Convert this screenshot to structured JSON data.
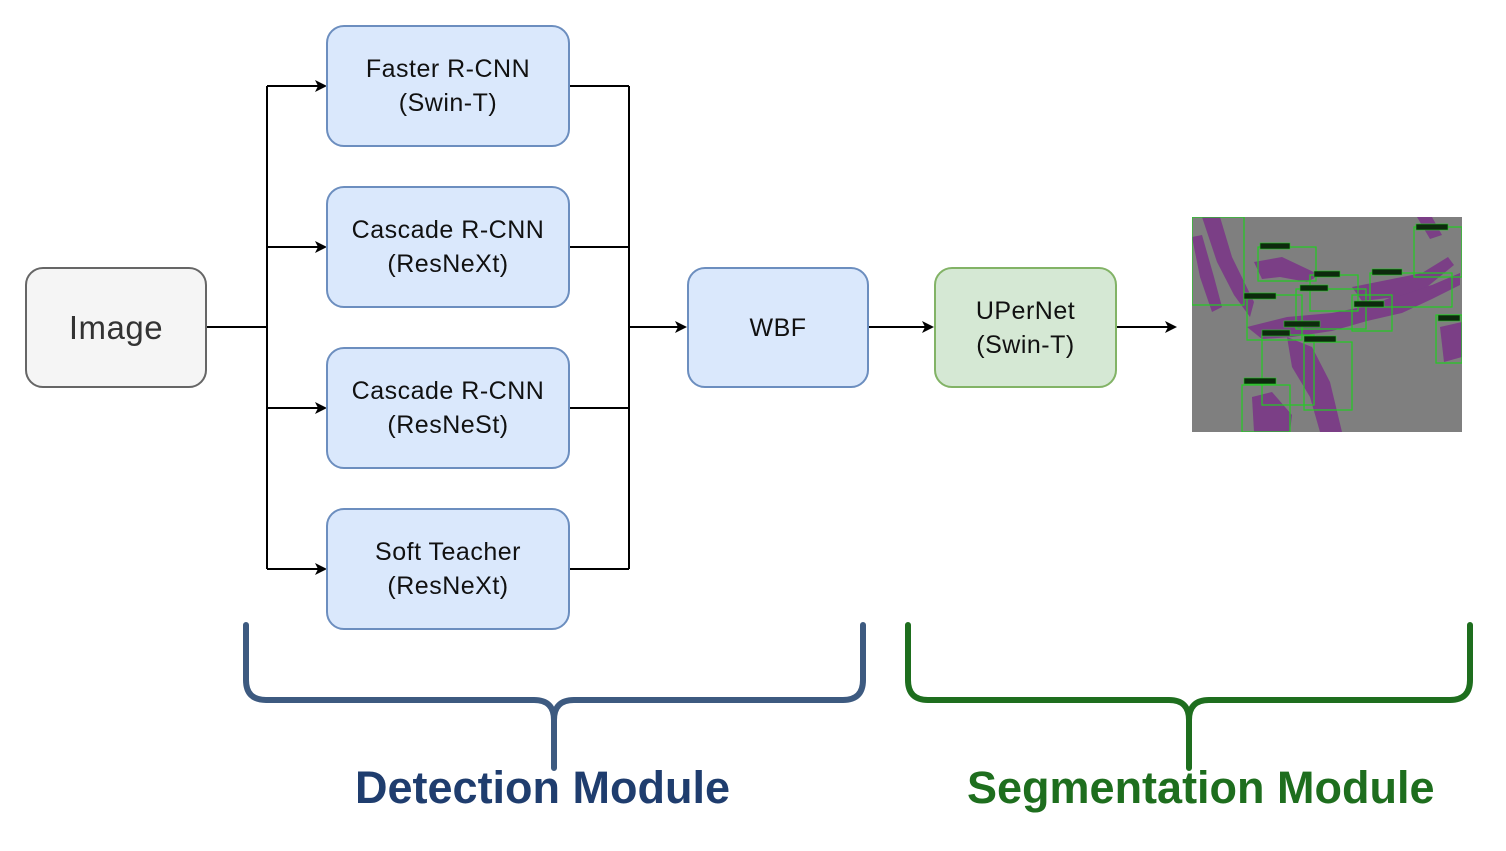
{
  "nodes": {
    "image": {
      "label": "Image"
    },
    "faster_rcnn": {
      "line1": "Faster R-CNN",
      "line2": "(Swin-T)"
    },
    "cascade_resnext": {
      "line1": "Cascade R-CNN",
      "line2": "(ResNeXt)"
    },
    "cascade_resnest": {
      "line1": "Cascade R-CNN",
      "line2": "(ResNeSt)"
    },
    "soft_teacher": {
      "line1": "Soft Teacher",
      "line2": "(ResNeXt)"
    },
    "wbf": {
      "label": "WBF"
    },
    "upernet": {
      "line1": "UPerNet",
      "line2": "(Swin-T)"
    }
  },
  "modules": {
    "detection": {
      "label": "Detection Module",
      "color": "#1f3d6e"
    },
    "segmentation": {
      "label": "Segmentation Module",
      "color": "#1e6e1e"
    }
  },
  "output_image": {
    "description_icon": "segmentation-result-image"
  }
}
